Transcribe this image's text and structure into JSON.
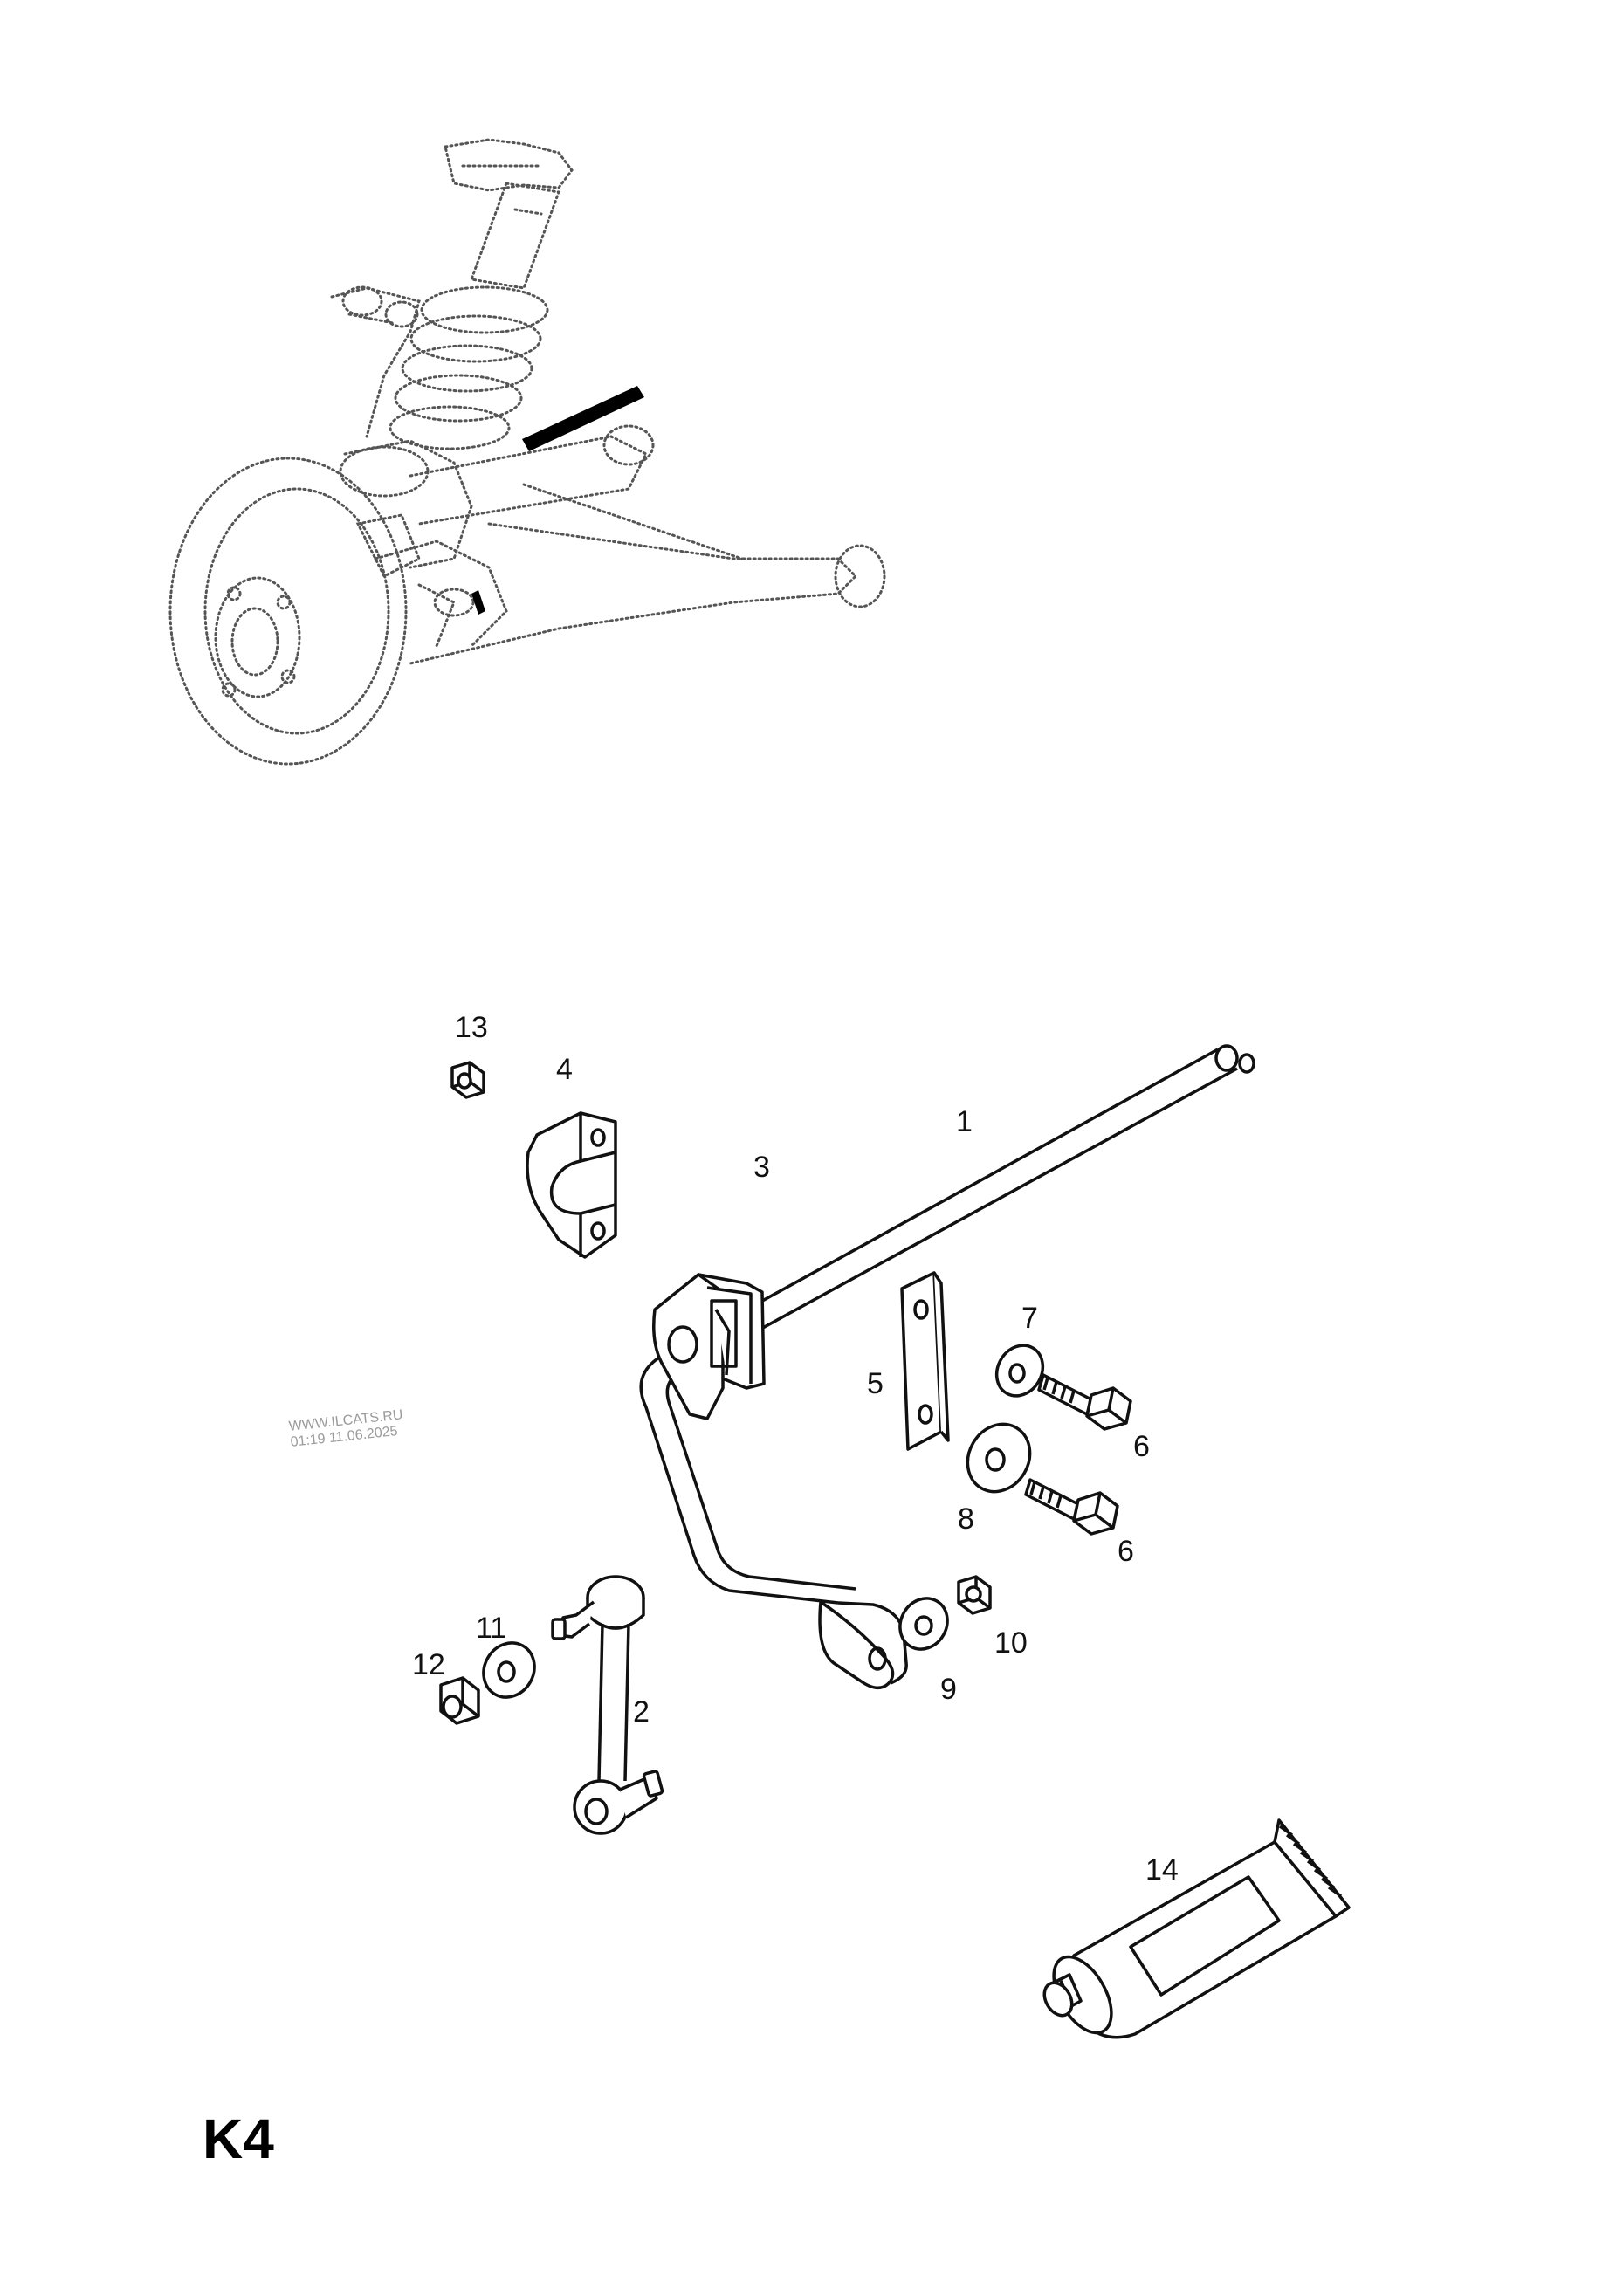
{
  "diagram": {
    "page_code": "K4",
    "watermark": {
      "line1": "WWW.ILCATS.RU",
      "line2": "01:19 11.06.2025"
    },
    "callouts": [
      {
        "id": "1",
        "label": "1"
      },
      {
        "id": "2",
        "label": "2"
      },
      {
        "id": "3",
        "label": "3"
      },
      {
        "id": "4",
        "label": "4"
      },
      {
        "id": "5",
        "label": "5"
      },
      {
        "id": "6a",
        "label": "6"
      },
      {
        "id": "6b",
        "label": "6"
      },
      {
        "id": "7",
        "label": "7"
      },
      {
        "id": "8",
        "label": "8"
      },
      {
        "id": "9",
        "label": "9"
      },
      {
        "id": "10",
        "label": "10"
      },
      {
        "id": "11",
        "label": "11"
      },
      {
        "id": "12",
        "label": "12"
      },
      {
        "id": "13",
        "label": "13"
      },
      {
        "id": "14",
        "label": "14"
      }
    ],
    "colors": {
      "line": "#111111",
      "dotted": "#555555",
      "highlight": "#000000",
      "background": "#ffffff"
    }
  }
}
